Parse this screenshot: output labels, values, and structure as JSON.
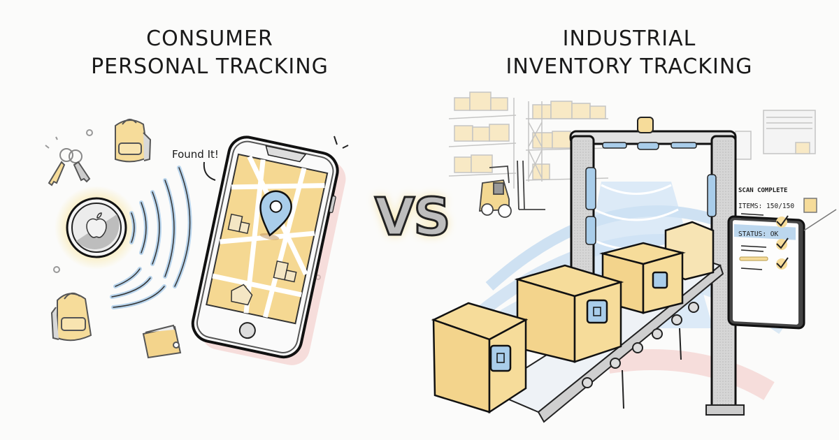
{
  "left": {
    "title_line1": "CONSUMER",
    "title_line2": "PERSONAL TRACKING",
    "callout": "Found It!",
    "items": [
      "keys-icon",
      "backpack-icon",
      "airtag-icon",
      "backpack-icon",
      "wallet-icon",
      "smartphone-icon",
      "map-pin-icon"
    ]
  },
  "center": {
    "label": "VS"
  },
  "right": {
    "title_line1": "INDUSTRIAL",
    "title_line2": "INVENTORY TRACKING",
    "panel": {
      "header": "SCAN COMPLETE",
      "items": "ITEMS: 150/150",
      "status": "STATUS: OK"
    },
    "items": [
      "warehouse-shelves",
      "forklift-icon",
      "rfid-gate",
      "conveyor-belt",
      "package-box",
      "rfid-tag-icon",
      "scan-display"
    ]
  },
  "colors": {
    "accent_yellow": "#f6dc9a",
    "accent_blue": "#a9cdea",
    "accent_pink": "#f3c9c6",
    "ink": "#1a1a1a",
    "background": "#fbfbfa"
  }
}
